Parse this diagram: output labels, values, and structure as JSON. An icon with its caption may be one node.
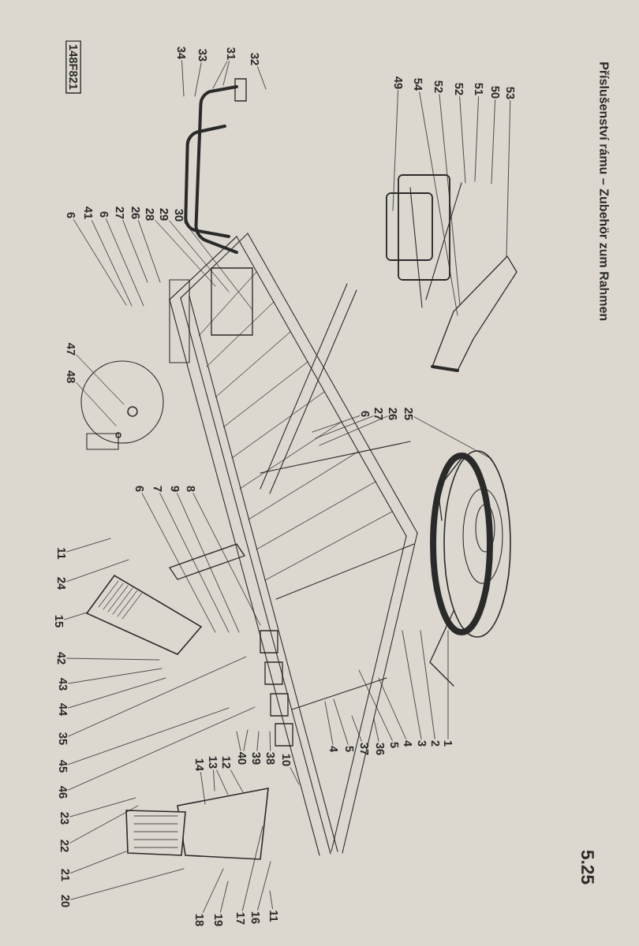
{
  "diagram": {
    "title": "Příslušenství rámu – Zubehör zum Rahmen",
    "nodes": [
      {
        "text": [
          "53"
        ]
      },
      {
        "text": [
          "50"
        ]
      },
      {
        "text": [
          "51"
        ]
      },
      {
        "text": [
          "52"
        ]
      },
      {
        "text": [
          "52"
        ]
      },
      {
        "text": [
          "54"
        ]
      },
      {
        "text": [
          "49"
        ]
      },
      {
        "text": [
          "34"
        ]
      },
      {
        "text": [
          "33"
        ]
      },
      {
        "text": [
          "31"
        ]
      },
      {
        "text": [
          "32"
        ]
      },
      {
        "text": [
          "30"
        ]
      },
      {
        "text": [
          "29"
        ]
      },
      {
        "text": [
          "28"
        ]
      },
      {
        "text": [
          "26"
        ]
      },
      {
        "text": [
          "27"
        ]
      },
      {
        "text": [
          "6"
        ]
      },
      {
        "text": [
          "41"
        ]
      },
      {
        "text": [
          "6"
        ]
      },
      {
        "text": [
          "47"
        ]
      },
      {
        "text": [
          "48"
        ]
      },
      {
        "text": [
          "6"
        ]
      },
      {
        "text": [
          "7"
        ]
      },
      {
        "text": [
          "9"
        ]
      },
      {
        "text": [
          "8"
        ]
      },
      {
        "text": [
          "11"
        ]
      },
      {
        "text": [
          "24"
        ]
      },
      {
        "text": [
          "15"
        ]
      },
      {
        "text": [
          "42"
        ]
      },
      {
        "text": [
          "43"
        ]
      },
      {
        "text": [
          "44"
        ]
      },
      {
        "text": [
          "35"
        ]
      },
      {
        "text": [
          "45"
        ]
      },
      {
        "text": [
          "46"
        ]
      },
      {
        "text": [
          "23"
        ]
      },
      {
        "text": [
          "22"
        ]
      },
      {
        "text": [
          "21"
        ]
      },
      {
        "text": [
          "20"
        ]
      },
      {
        "text": [
          "18"
        ]
      },
      {
        "text": [
          "19"
        ]
      },
      {
        "text": [
          "17"
        ]
      },
      {
        "text": [
          "16"
        ]
      },
      {
        "text": [
          "11"
        ]
      },
      {
        "text": [
          "14"
        ]
      },
      {
        "text": [
          "13"
        ]
      },
      {
        "text": [
          "12"
        ]
      },
      {
        "text": [
          "40"
        ]
      },
      {
        "text": [
          "39"
        ]
      },
      {
        "text": [
          "38"
        ]
      },
      {
        "text": [
          "10"
        ]
      },
      {
        "text": [
          "1"
        ]
      },
      {
        "text": [
          "2"
        ]
      },
      {
        "text": [
          "3"
        ]
      },
      {
        "text": [
          "4"
        ]
      },
      {
        "text": [
          "5"
        ]
      },
      {
        "text": [
          "36"
        ]
      },
      {
        "text": [
          "37"
        ]
      },
      {
        "text": [
          "5"
        ]
      },
      {
        "text": [
          "4"
        ]
      },
      {
        "text": [
          "25"
        ]
      },
      {
        "text": [
          "26"
        ]
      },
      {
        "text": [
          "27"
        ]
      },
      {
        "text": [
          "6"
        ]
      }
    ],
    "edges": [
      {
        "from": 0,
        "to": null,
        "arrow": "none"
      },
      {
        "from": 1,
        "to": null,
        "arrow": "none"
      },
      {
        "from": 2,
        "to": null,
        "arrow": "none"
      },
      {
        "from": 3,
        "to": null,
        "arrow": "none"
      },
      {
        "from": 4,
        "to": null,
        "arrow": "none"
      },
      {
        "from": 5,
        "to": null,
        "arrow": "none"
      },
      {
        "from": 6,
        "to": null,
        "arrow": "none"
      },
      {
        "from": 7,
        "to": null,
        "arrow": "none"
      },
      {
        "from": 8,
        "to": null,
        "arrow": "none"
      },
      {
        "from": 9,
        "to": null,
        "arrow": "none"
      },
      {
        "from": 9,
        "to": null,
        "arrow": "none"
      },
      {
        "from": 10,
        "to": null,
        "arrow": "none"
      },
      {
        "from": 11,
        "to": null,
        "arrow": "none"
      },
      {
        "from": 12,
        "to": null,
        "arrow": "none"
      },
      {
        "from": 13,
        "to": null,
        "arrow": "none"
      },
      {
        "from": 14,
        "to": null,
        "arrow": "none"
      },
      {
        "from": 15,
        "to": null,
        "arrow": "none"
      },
      {
        "from": 16,
        "to": null,
        "arrow": "none"
      },
      {
        "from": 17,
        "to": null,
        "arrow": "none"
      },
      {
        "from": 18,
        "to": null,
        "arrow": "none"
      },
      {
        "from": 19,
        "to": null,
        "arrow": "none"
      },
      {
        "from": 20,
        "to": null,
        "arrow": "none"
      },
      {
        "from": 21,
        "to": null,
        "arrow": "none"
      },
      {
        "from": 22,
        "to": null,
        "arrow": "none"
      },
      {
        "from": 23,
        "to": null,
        "arrow": "none"
      },
      {
        "from": 24,
        "to": null,
        "arrow": "none"
      },
      {
        "from": 25,
        "to": null,
        "arrow": "none"
      },
      {
        "from": 26,
        "to": null,
        "arrow": "none"
      },
      {
        "from": 27,
        "to": null,
        "arrow": "none"
      },
      {
        "from": 28,
        "to": null,
        "arrow": "none"
      },
      {
        "from": 29,
        "to": null,
        "arrow": "none"
      },
      {
        "from": 30,
        "to": null,
        "arrow": "none"
      },
      {
        "from": 31,
        "to": null,
        "arrow": "none"
      },
      {
        "from": 32,
        "to": null,
        "arrow": "none"
      },
      {
        "from": 33,
        "to": null,
        "arrow": "none"
      },
      {
        "from": 34,
        "to": null,
        "arrow": "none"
      },
      {
        "from": 35,
        "to": null,
        "arrow": "none"
      },
      {
        "from": 36,
        "to": null,
        "arrow": "none"
      },
      {
        "from": 37,
        "to": null,
        "arrow": "none"
      },
      {
        "from": 38,
        "to": null,
        "arrow": "none"
      },
      {
        "from": 39,
        "to": null,
        "arrow": "none"
      },
      {
        "from": 40,
        "to": null,
        "arrow": "none"
      },
      {
        "from": 41,
        "to": null,
        "arrow": "none"
      },
      {
        "from": 42,
        "to": null,
        "arrow": "none"
      },
      {
        "from": 43,
        "to": null,
        "arrow": "none"
      },
      {
        "from": 44,
        "to": null,
        "arrow": "none"
      },
      {
        "from": 44,
        "to": null,
        "arrow": "none"
      },
      {
        "from": 45,
        "to": null,
        "arrow": "none"
      },
      {
        "from": 46,
        "to": null,
        "arrow": "none"
      },
      {
        "from": 46,
        "to": null,
        "arrow": "none"
      },
      {
        "from": 47,
        "to": null,
        "arrow": "none"
      },
      {
        "from": 48,
        "to": null,
        "arrow": "none"
      },
      {
        "from": 49,
        "to": null,
        "arrow": "none"
      },
      {
        "from": 50,
        "to": null,
        "arrow": "none"
      },
      {
        "from": 51,
        "to": null,
        "arrow": "none"
      },
      {
        "from": 52,
        "to": null,
        "arrow": "none"
      },
      {
        "from": 53,
        "to": null,
        "arrow": "none"
      },
      {
        "from": 54,
        "to": null,
        "arrow": "none"
      },
      {
        "from": 55,
        "to": null,
        "arrow": "none"
      },
      {
        "from": 56,
        "to": null,
        "arrow": "none"
      },
      {
        "from": 57,
        "to": null,
        "arrow": "none"
      },
      {
        "from": 58,
        "to": null,
        "arrow": "none"
      },
      {
        "from": 59,
        "to": null,
        "arrow": "none"
      },
      {
        "from": 60,
        "to": null,
        "arrow": "none"
      },
      {
        "from": 61,
        "to": null,
        "arrow": "none"
      },
      {
        "from": 62,
        "to": null,
        "arrow": "none"
      }
    ],
    "labels": [
      "148F821",
      "5.25"
    ]
  }
}
